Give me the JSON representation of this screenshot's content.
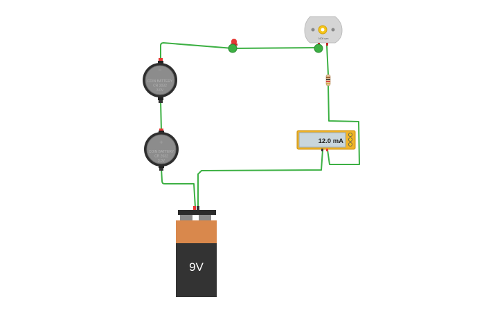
{
  "circuit": {
    "coin_battery_top": {
      "lines": [
        "COIN BATTERY",
        "CR 2032",
        "3.0V"
      ]
    },
    "coin_battery_bottom": {
      "lines": [
        "COIN BATTERY",
        "CR 2032",
        "3.0V"
      ]
    },
    "motor": {
      "label": "1600 rpm"
    },
    "multimeter": {
      "reading": "12.0 mA"
    },
    "battery_9v": {
      "label": "9V"
    },
    "colors": {
      "wire": "#3cb043",
      "led": "#e53935",
      "multimeter_body": "#f0b429",
      "multimeter_screen": "#c9d6dc",
      "battery_top": "#d9884c",
      "battery_bottom": "#333333",
      "coin_cell": "#444444"
    }
  }
}
